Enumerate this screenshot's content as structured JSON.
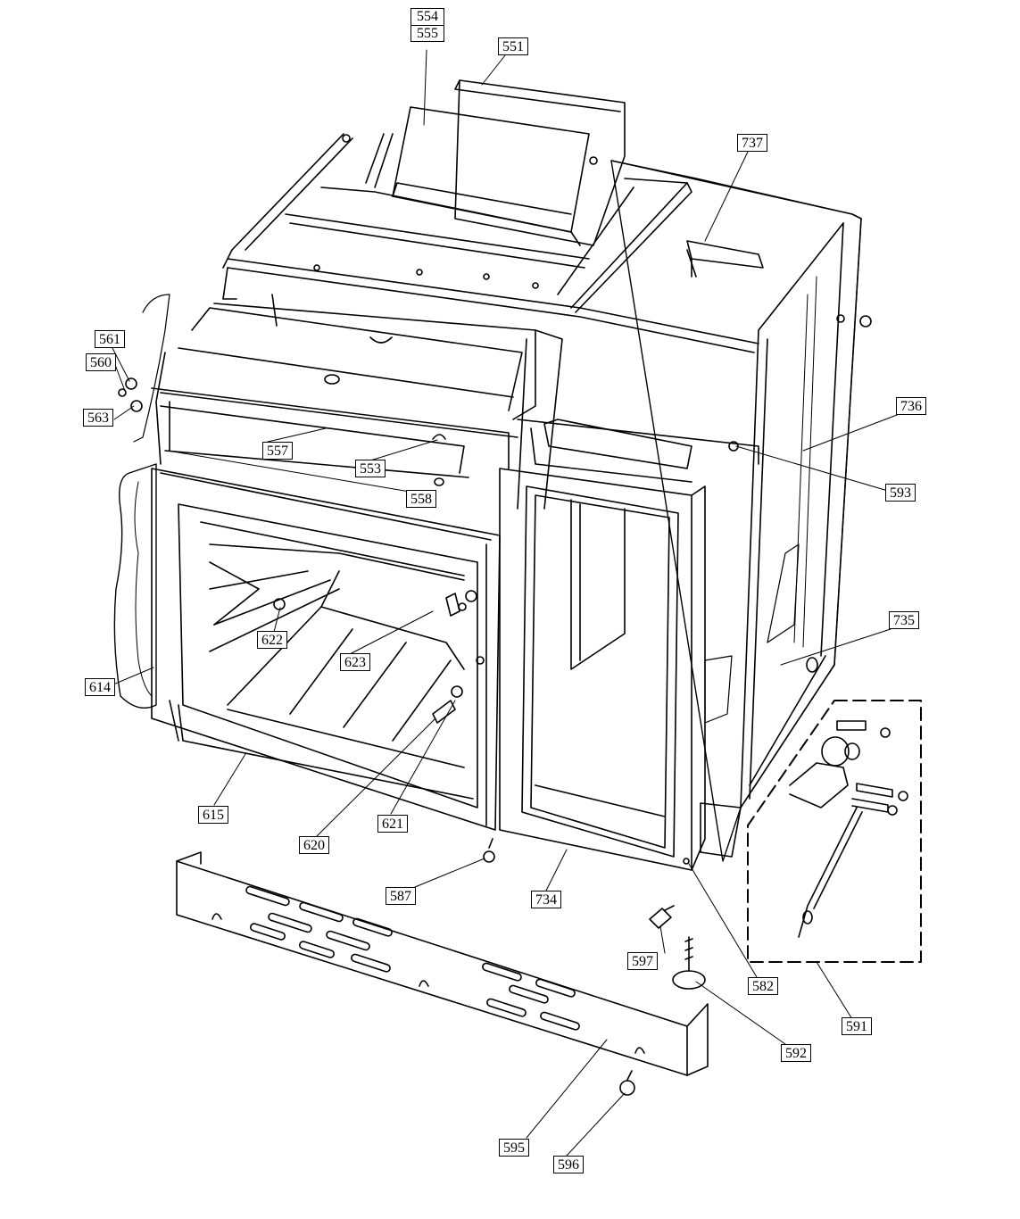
{
  "diagram": {
    "title": "",
    "callouts": [
      {
        "id": "554_555",
        "labels": [
          "554",
          "555"
        ]
      },
      {
        "id": "551",
        "labels": [
          "551"
        ]
      },
      {
        "id": "737",
        "labels": [
          "737"
        ]
      },
      {
        "id": "561",
        "labels": [
          "561"
        ]
      },
      {
        "id": "560",
        "labels": [
          "560"
        ]
      },
      {
        "id": "563",
        "labels": [
          "563"
        ]
      },
      {
        "id": "557",
        "labels": [
          "557"
        ]
      },
      {
        "id": "553",
        "labels": [
          "553"
        ]
      },
      {
        "id": "558",
        "labels": [
          "558"
        ]
      },
      {
        "id": "736",
        "labels": [
          "736"
        ]
      },
      {
        "id": "593",
        "labels": [
          "593"
        ]
      },
      {
        "id": "735",
        "labels": [
          "735"
        ]
      },
      {
        "id": "622",
        "labels": [
          "622"
        ]
      },
      {
        "id": "623",
        "labels": [
          "623"
        ]
      },
      {
        "id": "614",
        "labels": [
          "614"
        ]
      },
      {
        "id": "615",
        "labels": [
          "615"
        ]
      },
      {
        "id": "621",
        "labels": [
          "621"
        ]
      },
      {
        "id": "620",
        "labels": [
          "620"
        ]
      },
      {
        "id": "587",
        "labels": [
          "587"
        ]
      },
      {
        "id": "734",
        "labels": [
          "734"
        ]
      },
      {
        "id": "597",
        "labels": [
          "597"
        ]
      },
      {
        "id": "582",
        "labels": [
          "582"
        ]
      },
      {
        "id": "591",
        "labels": [
          "591"
        ]
      },
      {
        "id": "592",
        "labels": [
          "592"
        ]
      },
      {
        "id": "595",
        "labels": [
          "595"
        ]
      },
      {
        "id": "596",
        "labels": [
          "596"
        ]
      }
    ]
  }
}
